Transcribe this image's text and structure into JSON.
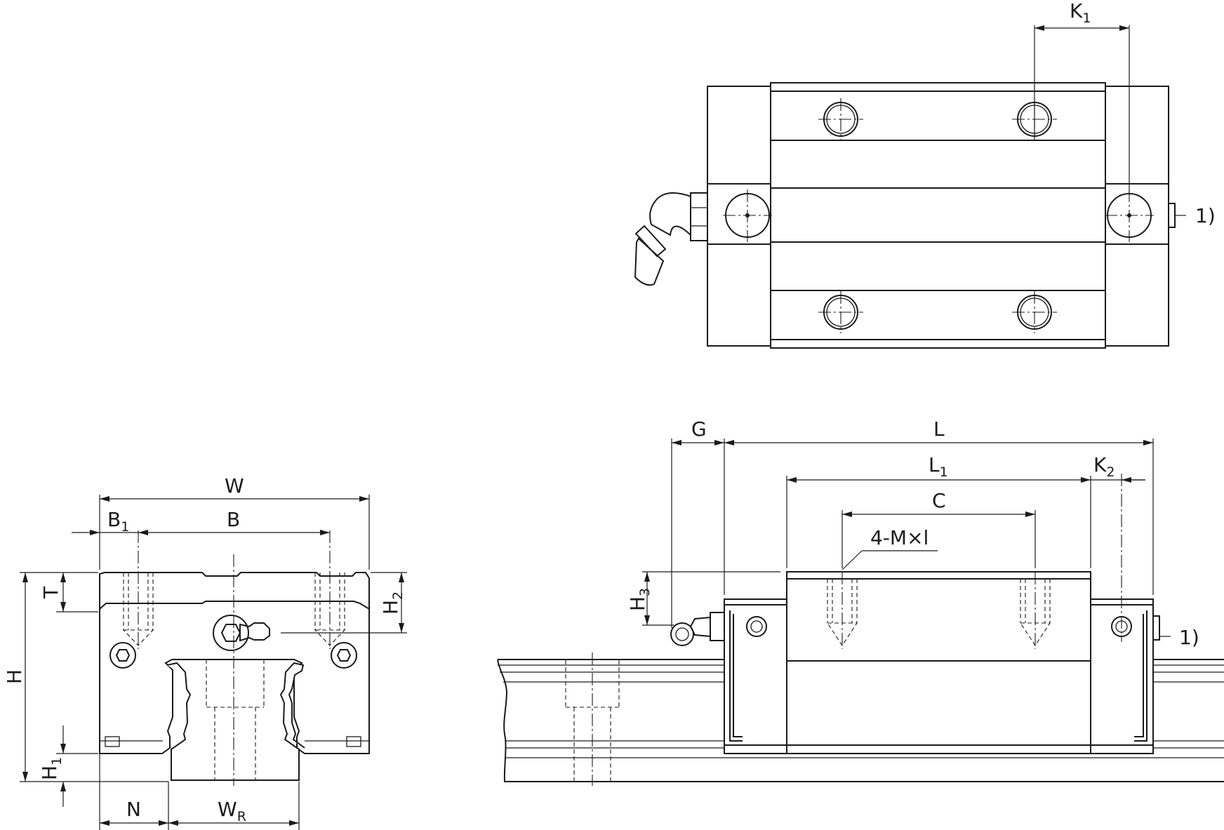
{
  "labels": {
    "K1": {
      "main": "K",
      "sub": "1"
    },
    "note1_top": "1)",
    "G": "G",
    "L": "L",
    "L1": {
      "main": "L",
      "sub": "1"
    },
    "K2": {
      "main": "K",
      "sub": "2"
    },
    "C": "C",
    "MxL": "4-M×l",
    "H3": {
      "main": "H",
      "sub": "3"
    },
    "note1_side": "1)",
    "W": "W",
    "B1": {
      "main": "B",
      "sub": "1"
    },
    "B": "B",
    "T": "T",
    "H2": {
      "main": "H",
      "sub": "2"
    },
    "H": "H",
    "H1": {
      "main": "H",
      "sub": "1"
    },
    "N": "N",
    "WR": {
      "main": "W",
      "sub": "R"
    }
  }
}
